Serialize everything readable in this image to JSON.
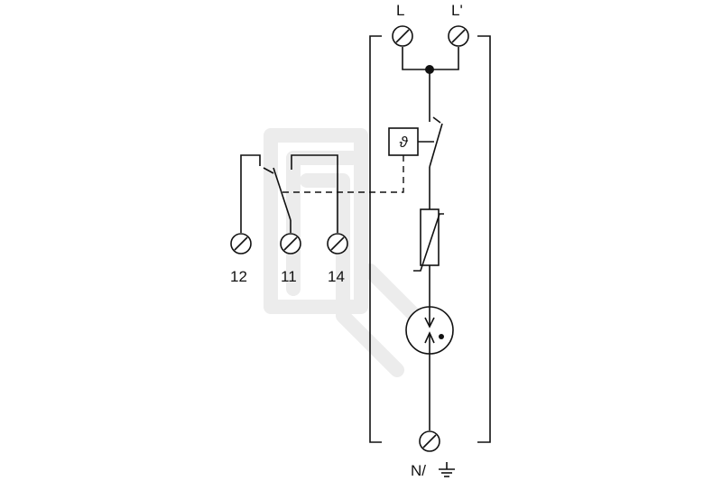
{
  "terminals": {
    "L": "L",
    "L_prime": "L'",
    "t12": "12",
    "t11": "11",
    "t14": "14",
    "neutral_earth": "N/"
  },
  "thermal_symbol": "ϑ",
  "icons": {
    "watermark": "watermark-logo-icon",
    "earth": "earth-ground-icon"
  }
}
